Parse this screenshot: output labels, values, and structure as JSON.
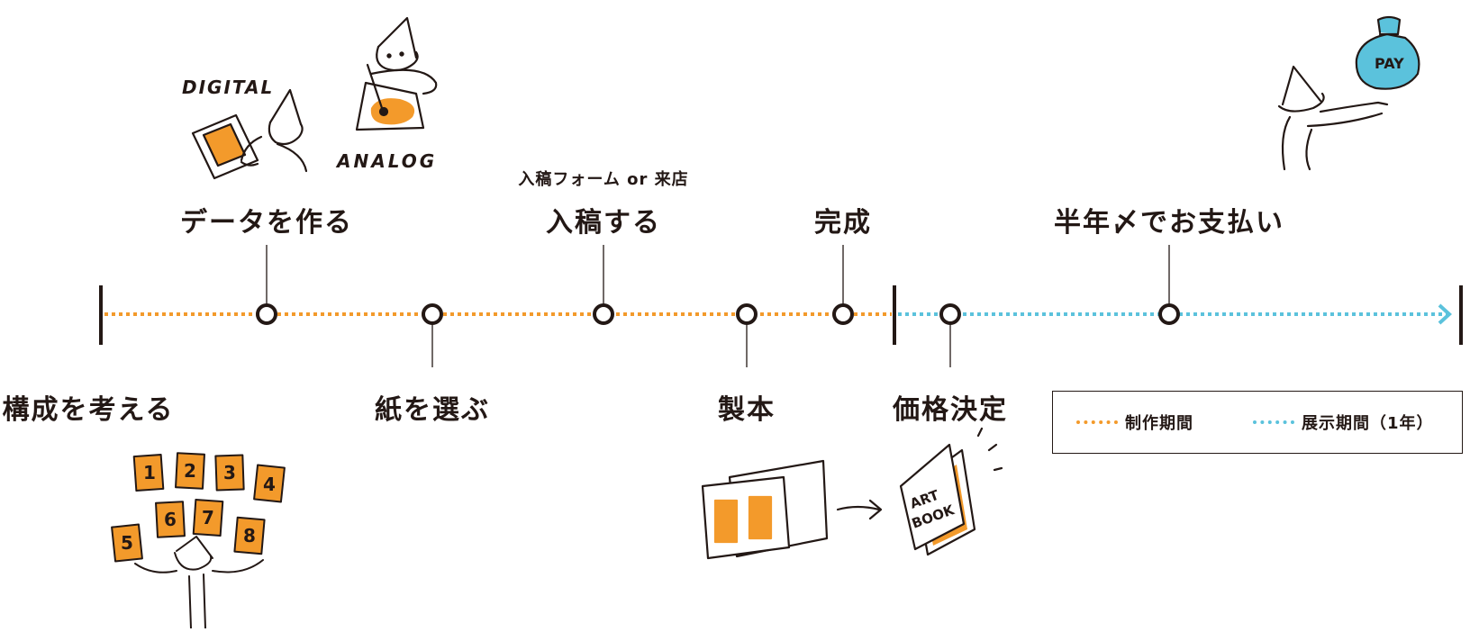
{
  "colors": {
    "production": "#f39a2b",
    "exhibition": "#5bc2dc",
    "ink": "#231815",
    "accent_fill": "#f39a2b",
    "bag_fill": "#5bc2dc"
  },
  "steps_above": [
    {
      "id": "data",
      "label": "データを作る"
    },
    {
      "id": "submit",
      "label": "入稿する",
      "note": "入稿フォーム or 来店"
    },
    {
      "id": "complete",
      "label": "完成"
    },
    {
      "id": "payment",
      "label": "半年〆でお支払い"
    }
  ],
  "steps_below": [
    {
      "id": "plan",
      "label": "構成を考える"
    },
    {
      "id": "paper",
      "label": "紙を選ぶ"
    },
    {
      "id": "binding",
      "label": "製本"
    },
    {
      "id": "price",
      "label": "価格決定"
    }
  ],
  "legend": {
    "production_label": "制作期間",
    "exhibition_label": "展示期間（1年）"
  },
  "illustrations": {
    "digital_caption": "DIGITAL",
    "analog_caption": "ANALOG",
    "pay_caption": "PAY",
    "book_caption_1": "ART",
    "book_caption_2": "BOOK",
    "cards": [
      "1",
      "2",
      "3",
      "4",
      "6",
      "7",
      "5",
      "8"
    ]
  },
  "icons": [
    "pencil-brush-icon",
    "arrow-right-icon",
    "money-bag-icon"
  ]
}
